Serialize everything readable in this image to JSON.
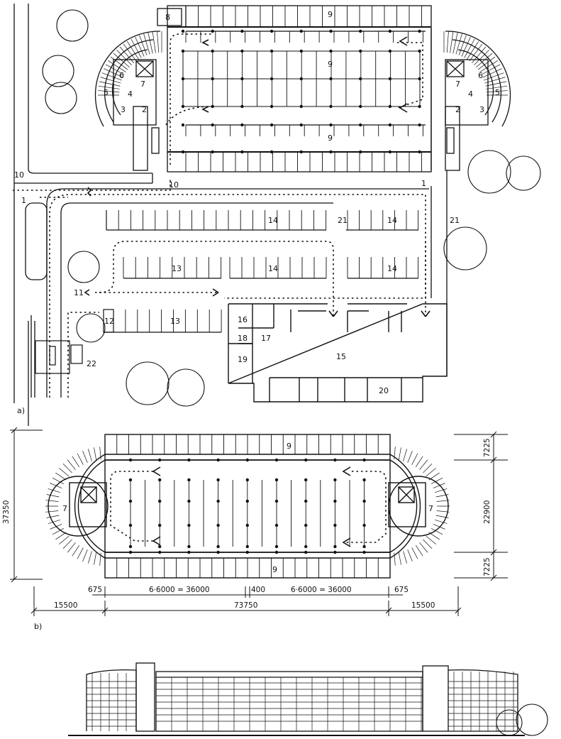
{
  "plan_a": {
    "label": "a)",
    "numbers": {
      "n1": "1",
      "n2": "2",
      "n3": "3",
      "n4": "4",
      "n5": "5",
      "n6": "6",
      "n7": "7",
      "n8": "8",
      "n9": "9",
      "n10": "10",
      "n11": "11",
      "n12": "12",
      "n13": "13",
      "n14": "14",
      "n15": "15",
      "n16": "16",
      "n17": "17",
      "n18": "18",
      "n19": "19",
      "n20": "20",
      "n21": "21",
      "n22": "22"
    }
  },
  "plan_b": {
    "label": "b)",
    "room_9": "9",
    "room_7": "7",
    "dims": {
      "total_height": "37350",
      "top_band": "7225",
      "middle_band": "22900",
      "bottom_band": "7225",
      "offset_left": "675",
      "bay_left": "6·6000 = 36000",
      "center_gap": "400",
      "bay_right": "6·6000 = 36000",
      "offset_right": "675",
      "left_wing": "15500",
      "main_length": "73750",
      "right_wing": "15500"
    }
  },
  "colors": {
    "ink": "#111111",
    "paper": "#ffffff",
    "texture": "#9a9a9a"
  }
}
